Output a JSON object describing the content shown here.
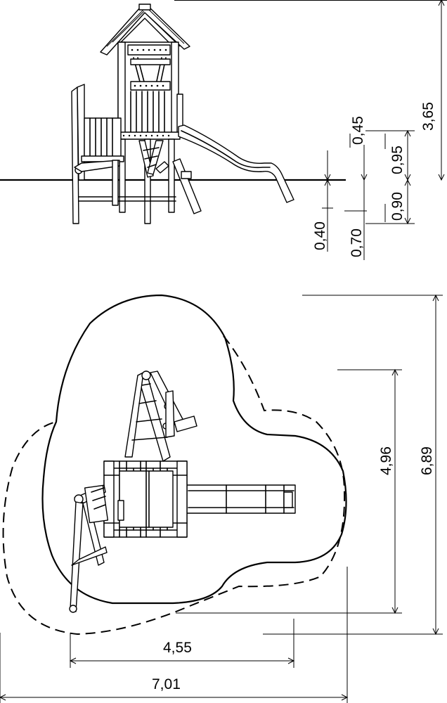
{
  "side_view": {
    "dimensions": {
      "total_height": "3,65",
      "upper_small": "0,45",
      "platform_height": "0,95",
      "below_ground": "0,90",
      "foundation_a": "0,40",
      "foundation_b": "0,70"
    }
  },
  "plan_view": {
    "dimensions": {
      "impact_area_depth": "4,96",
      "overall_depth": "6,89",
      "impact_area_width": "4,55",
      "overall_width": "7,01"
    }
  }
}
